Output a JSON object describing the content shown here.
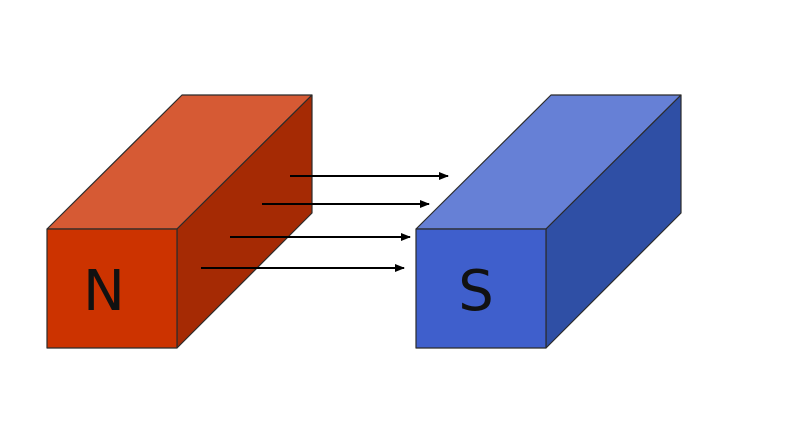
{
  "magnets": {
    "north": {
      "label": "N",
      "colors": {
        "top": "#D65A34",
        "front": "#CC3300",
        "side": "#A52A04"
      }
    },
    "south": {
      "label": "S",
      "colors": {
        "top": "#6680D6",
        "front": "#3F5FCC",
        "side": "#2F4FA5"
      }
    },
    "edge_color": "#2b2b2b"
  },
  "field_lines": {
    "count": 4,
    "color": "#000000",
    "direction": "north-to-south"
  }
}
